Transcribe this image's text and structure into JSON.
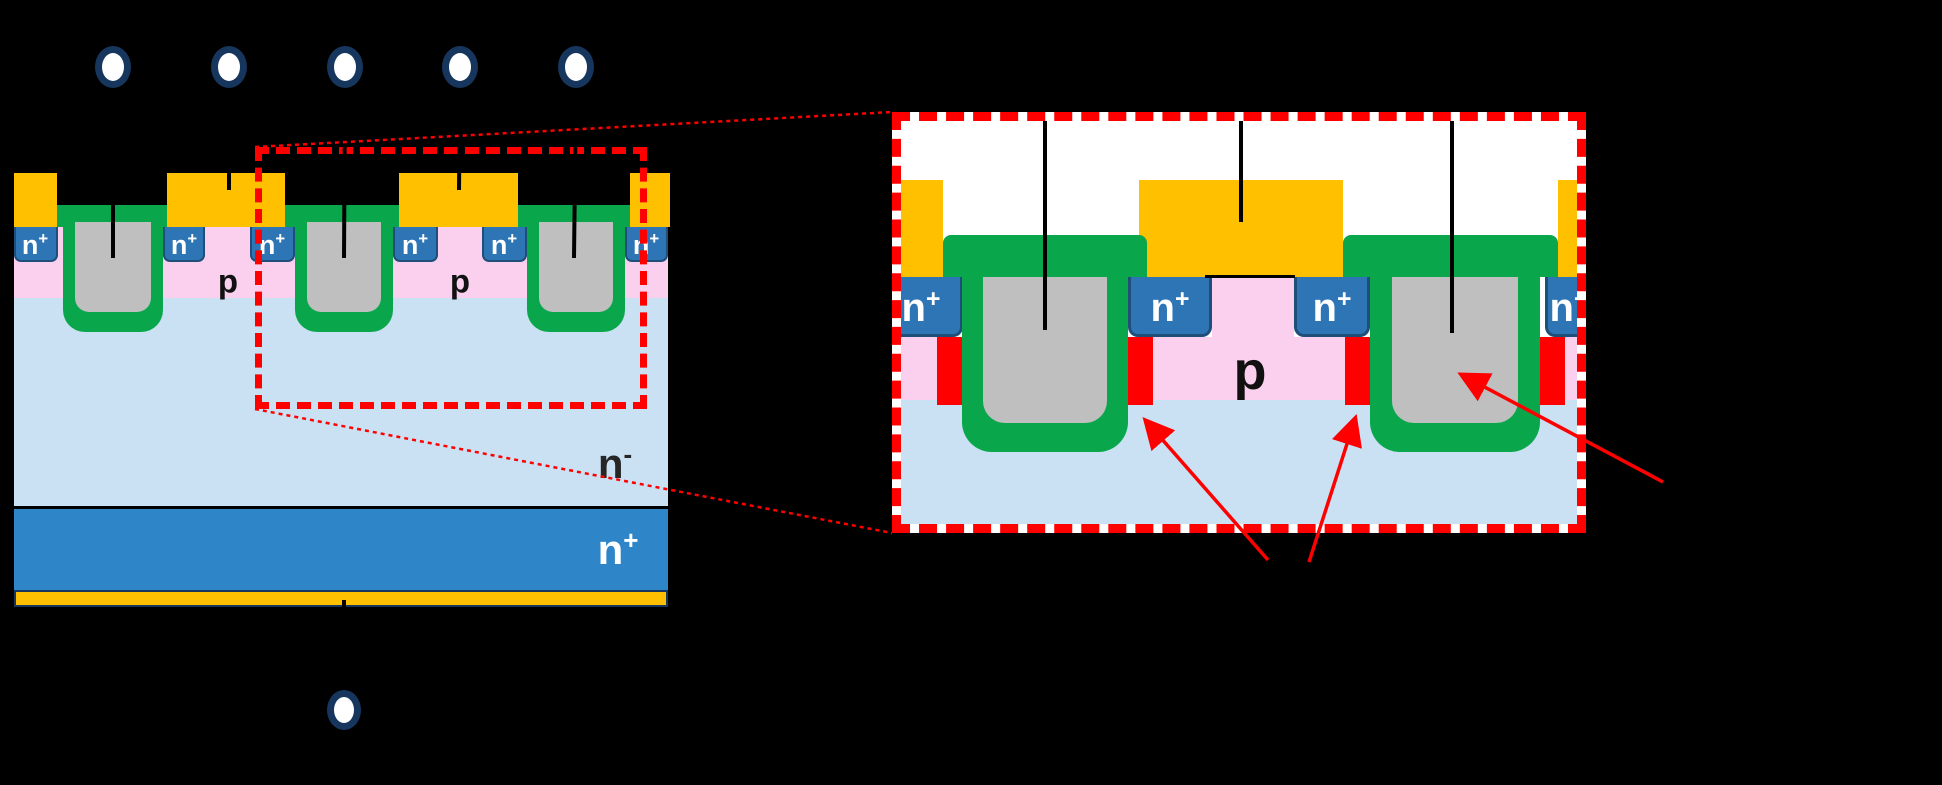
{
  "labels": {
    "n_plus": {
      "base": "n",
      "sup": "+"
    },
    "n_minus": {
      "base": "n",
      "sup": "-"
    },
    "p_body": "p"
  },
  "colors": {
    "background": "#000000",
    "detail_bg": "#FFFFFF",
    "metal_gold": "#FFC000",
    "oxide_green": "#0AA64B",
    "poly_gray": "#BFBFBF",
    "nplus_blue": "#2E75B6",
    "substrate_blue": "#2E86C8",
    "pbody_pink": "#FBD0EF",
    "drift_blue": "#C9E1F3",
    "highlight_red": "#FF0000",
    "ring_navy": "#17365D",
    "line_black": "#000000",
    "label_dark": "#262626"
  }
}
